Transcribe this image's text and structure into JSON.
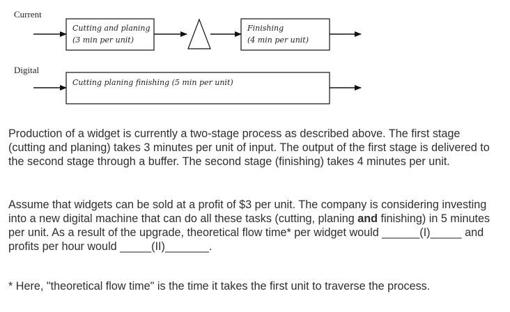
{
  "diagram": {
    "current_label": "Current",
    "digital_label": "Digital",
    "stage1_line1": "Cutting and planing",
    "stage1_line2": "(3 min per unit)",
    "stage2_line1": "Finishing",
    "stage2_line2": "(4 min per unit)",
    "digital_box": "Cutting planing finishing (5 min per unit)"
  },
  "text": {
    "paragraph1": "Production of a widget is currently a two-stage process as described above. The first stage (cutting and planing) takes 3 minutes per unit of input. The output of the first stage is delivered to the second stage through a buffer. The second stage (finishing) takes 4 minutes per unit.",
    "p2_before_bold": "Assume that widgets  can be sold at a profit of $3 per unit. The company is considering investing into a new digital machine that can do all these tasks (cutting, planing ",
    "p2_bold": "and",
    "p2_after_bold": " finishing) in 5 minutes per unit.  As a result of the upgrade, theoretical flow time* per widget would ______(I)_____ and profits per hour would _____(II)_______.",
    "footnote": "* Here, \"theoretical flow time\" is the time it takes the first unit to traverse the process."
  }
}
